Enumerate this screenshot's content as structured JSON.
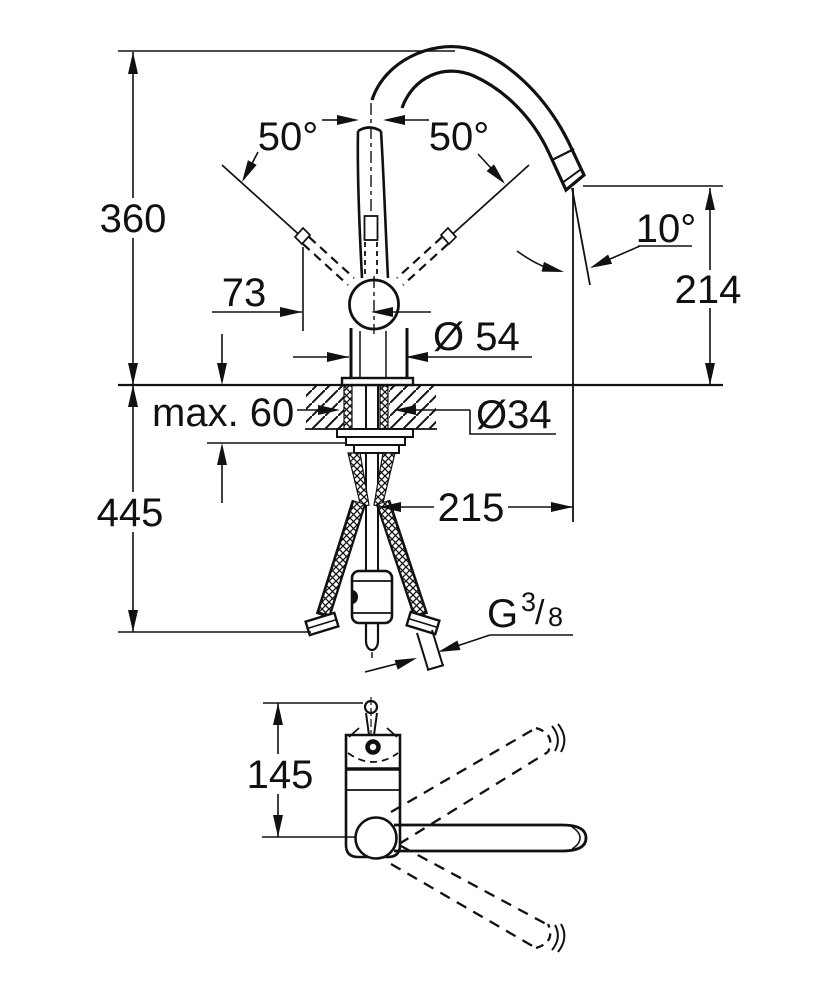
{
  "drawing": {
    "type": "faucet-installation-dimension-drawing",
    "colors": {
      "ink": "#111111",
      "background": "#ffffff"
    },
    "labels": {
      "height_above_deck": "360",
      "height_below_deck": "445",
      "handle_offset": "73",
      "handle_swing_left": "50°",
      "handle_swing_right": "50°",
      "stream_angle": "10°",
      "spout_outlet_height": "214",
      "base_diameter": "Ø 54",
      "max_deck_thickness": "max. 60",
      "hole_diameter": "Ø34",
      "spout_reach": "215",
      "body_height_top_view": "145",
      "thread": {
        "prefix": "G",
        "sup": "3",
        "slash": "/",
        "sub": "8"
      }
    }
  }
}
